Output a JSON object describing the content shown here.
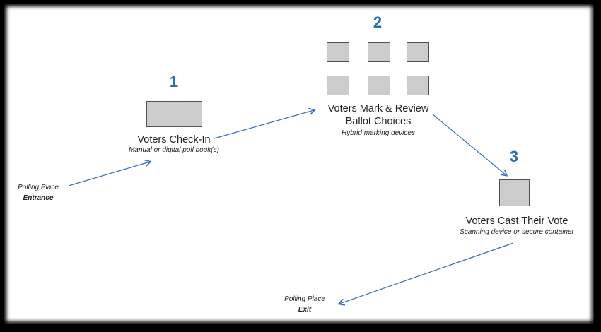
{
  "steps": [
    {
      "number": "1",
      "title": "Voters Check-In",
      "subtitle": "Manual or digital poll book(s)"
    },
    {
      "number": "2",
      "title_line1": "Voters Mark & Review",
      "title_line2": "Ballot Choices",
      "subtitle": "Hybrid marking devices"
    },
    {
      "number": "3",
      "title": "Voters Cast Their Vote",
      "subtitle": "Scanning device or secure container"
    }
  ],
  "entrance": {
    "line1": "Polling Place",
    "line2": "Entrance"
  },
  "exit": {
    "line1": "Polling Place",
    "line2": "Exit"
  },
  "colors": {
    "accent": "#2e6db4",
    "arrow": "#3a6cc0",
    "device_fill": "#cccccc"
  }
}
